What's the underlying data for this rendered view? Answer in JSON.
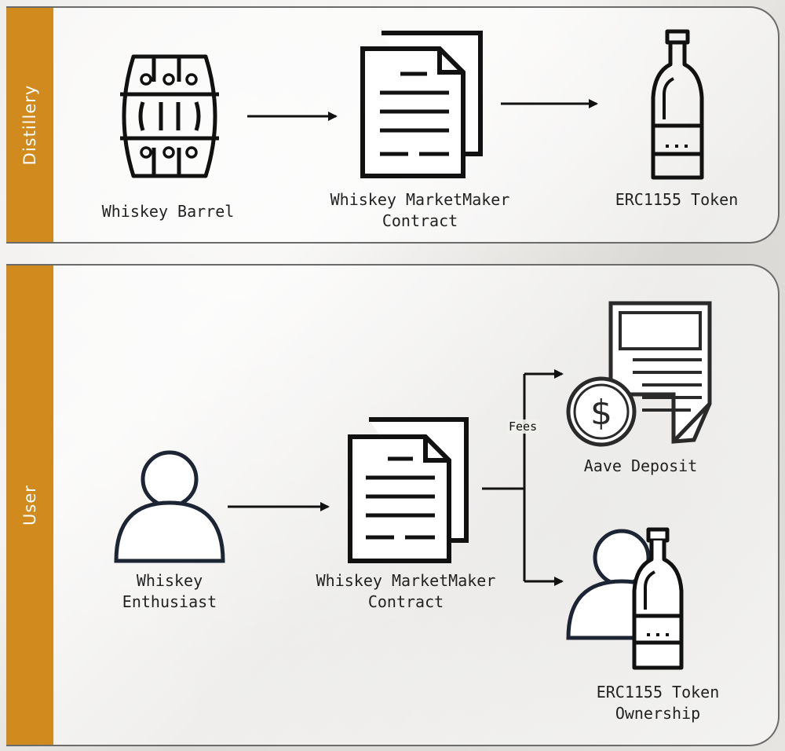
{
  "lanes": {
    "distillery": {
      "title": "Distillery"
    },
    "user": {
      "title": "User"
    }
  },
  "nodes": {
    "barrel": {
      "label": "Whiskey Barrel",
      "icon": "barrel-icon"
    },
    "contract_top": {
      "label_line1": "Whiskey MarketMaker",
      "label_line2": "Contract",
      "icon": "document-icon"
    },
    "token_top": {
      "label": "ERC1155 Token",
      "icon": "bottle-icon"
    },
    "enthusiast": {
      "label_line1": "Whiskey",
      "label_line2": "Enthusiast",
      "icon": "person-icon"
    },
    "contract_bottom": {
      "label_line1": "Whiskey MarketMaker",
      "label_line2": "Contract",
      "icon": "document-icon"
    },
    "aave": {
      "label": "Aave Deposit",
      "icon": "dollar-document-icon"
    },
    "ownership": {
      "label_line1": "ERC1155 Token",
      "label_line2": "Ownership",
      "icon": "person-bottle-icon"
    }
  },
  "edges": {
    "fees_label": "Fees"
  },
  "colors": {
    "accent": "#d18a1e",
    "stroke": "#111111",
    "border": "#6b6b6b"
  }
}
